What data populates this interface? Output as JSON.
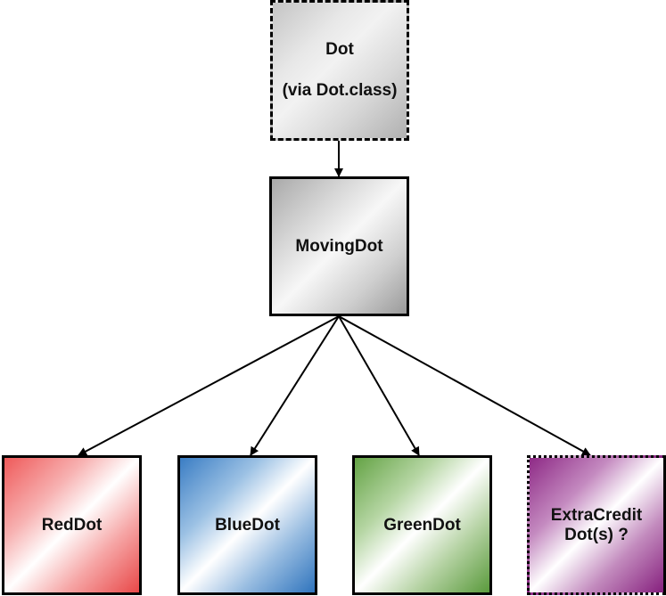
{
  "diagram": {
    "type": "class-hierarchy",
    "nodes": [
      {
        "id": "dot",
        "lines": [
          "Dot",
          "(via Dot.class)"
        ],
        "style": "dashed",
        "color": "#c8c8c8"
      },
      {
        "id": "movingdot",
        "lines": [
          "MovingDot"
        ],
        "style": "solid",
        "color": "#bdbdbd"
      },
      {
        "id": "reddot",
        "lines": [
          "RedDot"
        ],
        "style": "solid",
        "color": "#e84848"
      },
      {
        "id": "bluedot",
        "lines": [
          "BlueDot"
        ],
        "style": "solid",
        "color": "#2f74bd"
      },
      {
        "id": "greendot",
        "lines": [
          "GreenDot"
        ],
        "style": "solid",
        "color": "#5a9a3c"
      },
      {
        "id": "extracredit",
        "lines": [
          "ExtraCredit",
          "Dot(s) ?"
        ],
        "style": "dotted",
        "color": "#86207e"
      }
    ],
    "edges": [
      {
        "from": "dot",
        "to": "movingdot"
      },
      {
        "from": "movingdot",
        "to": "reddot"
      },
      {
        "from": "movingdot",
        "to": "bluedot"
      },
      {
        "from": "movingdot",
        "to": "greendot"
      },
      {
        "from": "movingdot",
        "to": "extracredit"
      }
    ]
  }
}
